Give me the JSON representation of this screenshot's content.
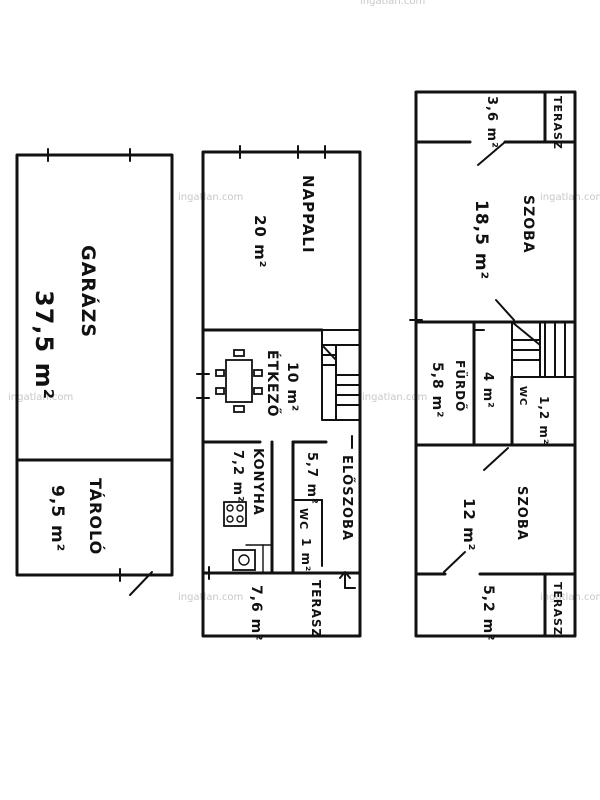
{
  "watermark": "ingatlan.com",
  "rooms": {
    "garazs_name": "GARÁZS",
    "garazs_area": "37,5 m²",
    "tarolo_name": "TÁROLÓ",
    "tarolo_area": "9,5 m²",
    "nappali_name": "NAPPALI",
    "nappali_area": "20 m²",
    "etkezo_name": "ÉTKEZŐ",
    "etkezo_area": "10 m²",
    "konyha_name": "KONYHA",
    "konyha_area": "7,2 m²",
    "eloszoba_name": "ELŐSZOBA",
    "eloszoba_area": "5,7 m²",
    "wc_ground_name": "WC",
    "wc_ground_area": "1 m²",
    "terasz_ground_name": "TERASZ",
    "terasz_ground_area": "7,6 m²",
    "terasz_top_name": "TERASZ",
    "terasz_top_area": "3,6 m²",
    "szoba1_name": "SZOBA",
    "szoba1_area": "18,5 m²",
    "furdo_name": "FÜRDŐ",
    "furdo_area": "5,8 m²",
    "hall_area": "4 m²",
    "wc_upper_name": "WC",
    "wc_upper_area": "1,2 m²",
    "szoba2_name": "SZOBA",
    "szoba2_area": "12 m²",
    "terasz_bottom_name": "TERASZ",
    "terasz_bottom_area": "5,2 m²"
  }
}
